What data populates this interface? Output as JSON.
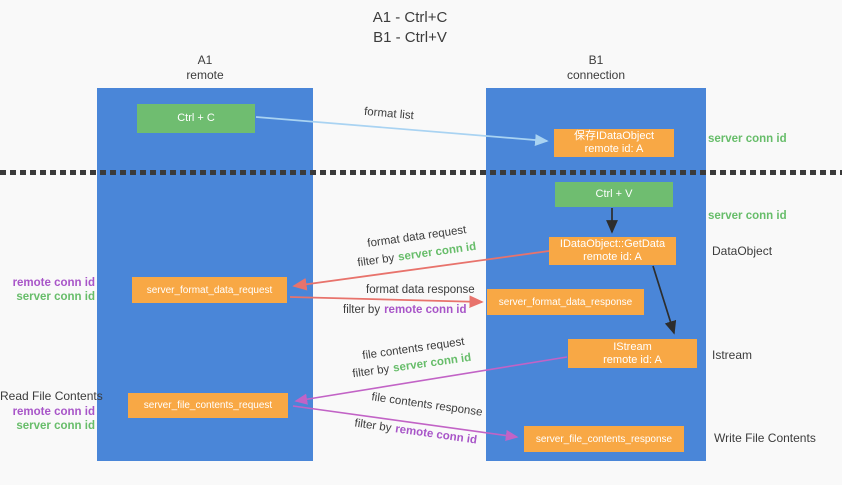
{
  "title": {
    "line1": "A1 - Ctrl+C",
    "line2": "B1 - Ctrl+V"
  },
  "colors": {
    "background": "#f9f9f9",
    "lane-blue": "#4a86d8",
    "node-green": "#6fbd70",
    "node-orange": "#f8a845",
    "arrow-lightblue": "#a9d3f2",
    "arrow-salmon": "#e8736c",
    "arrow-orchid": "#c263c6",
    "arrow-black": "#2d2d2d",
    "text-dark": "#3c3c3c",
    "text-green": "#67bd6a",
    "text-purple": "#a855c8",
    "divider-dark": "#3a3a3a"
  },
  "lanes": {
    "left": {
      "title": "A1",
      "subtitle": "remote"
    },
    "right": {
      "title": "B1",
      "subtitle": "connection"
    }
  },
  "nodes": {
    "ctrl_c": {
      "label": "Ctrl + C"
    },
    "save_idataobject": {
      "line1": "保存IDataObject",
      "line2": "remote id: A"
    },
    "ctrl_v": {
      "label": "Ctrl + V"
    },
    "getdata": {
      "line1": "IDataObject::GetData",
      "line2": "remote id: A"
    },
    "server_format_data_request": {
      "label": "server_format_data_request"
    },
    "server_format_data_response": {
      "label": "server_format_data_response"
    },
    "istream": {
      "line1": "IStream",
      "line2": "remote id: A"
    },
    "server_file_contents_request": {
      "label": "server_file_contents_request"
    },
    "server_file_contents_response": {
      "label": "server_file_contents_response"
    }
  },
  "flow_labels": {
    "format_list": "format list",
    "format_data_request": "format data request",
    "format_data_request_filter": {
      "prefix": "filter by",
      "key": "server conn id"
    },
    "format_data_response": "format data response",
    "format_data_response_filter": {
      "prefix": "filter by",
      "key": "remote conn id"
    },
    "file_contents_request": "file contents request",
    "file_contents_request_filter": {
      "prefix": "filter by",
      "key": "server conn id"
    },
    "file_contents_response": "file contents response",
    "file_contents_response_filter": {
      "prefix": "filter by",
      "key": "remote conn id"
    }
  },
  "side_labels": {
    "right_top_server_conn_id": "server conn id",
    "right_mid_server_conn_id": "server conn id",
    "dataobject": "DataObject",
    "istream": "Istream",
    "write_file_contents": "Write File Contents",
    "left_format_remote_conn_id": "remote conn id",
    "left_format_server_conn_id": "server conn id",
    "read_file_contents": "Read File Contents",
    "left_file_remote_conn_id": "remote conn id",
    "left_file_server_conn_id": "server conn id"
  }
}
